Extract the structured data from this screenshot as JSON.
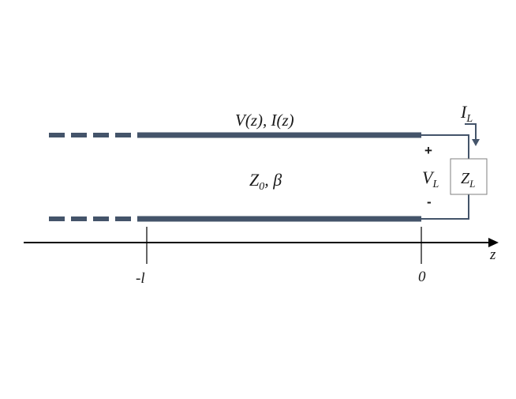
{
  "diagram": {
    "line_label": "V(z), I(z)",
    "impedance_label": {
      "main": "Z",
      "sub": "0",
      "rest": ", β"
    },
    "load_current": {
      "main": "I",
      "sub": "L"
    },
    "load_voltage": {
      "main": "V",
      "sub": "L"
    },
    "plus_sign": "+",
    "minus_sign": "-",
    "load_box": {
      "main": "Z",
      "sub": "L"
    },
    "axis_label": "z",
    "tick_left": "-l",
    "tick_right": "0",
    "colors": {
      "line": "#44546a",
      "axis": "#000000",
      "box_border": "#7f7f7f"
    }
  }
}
